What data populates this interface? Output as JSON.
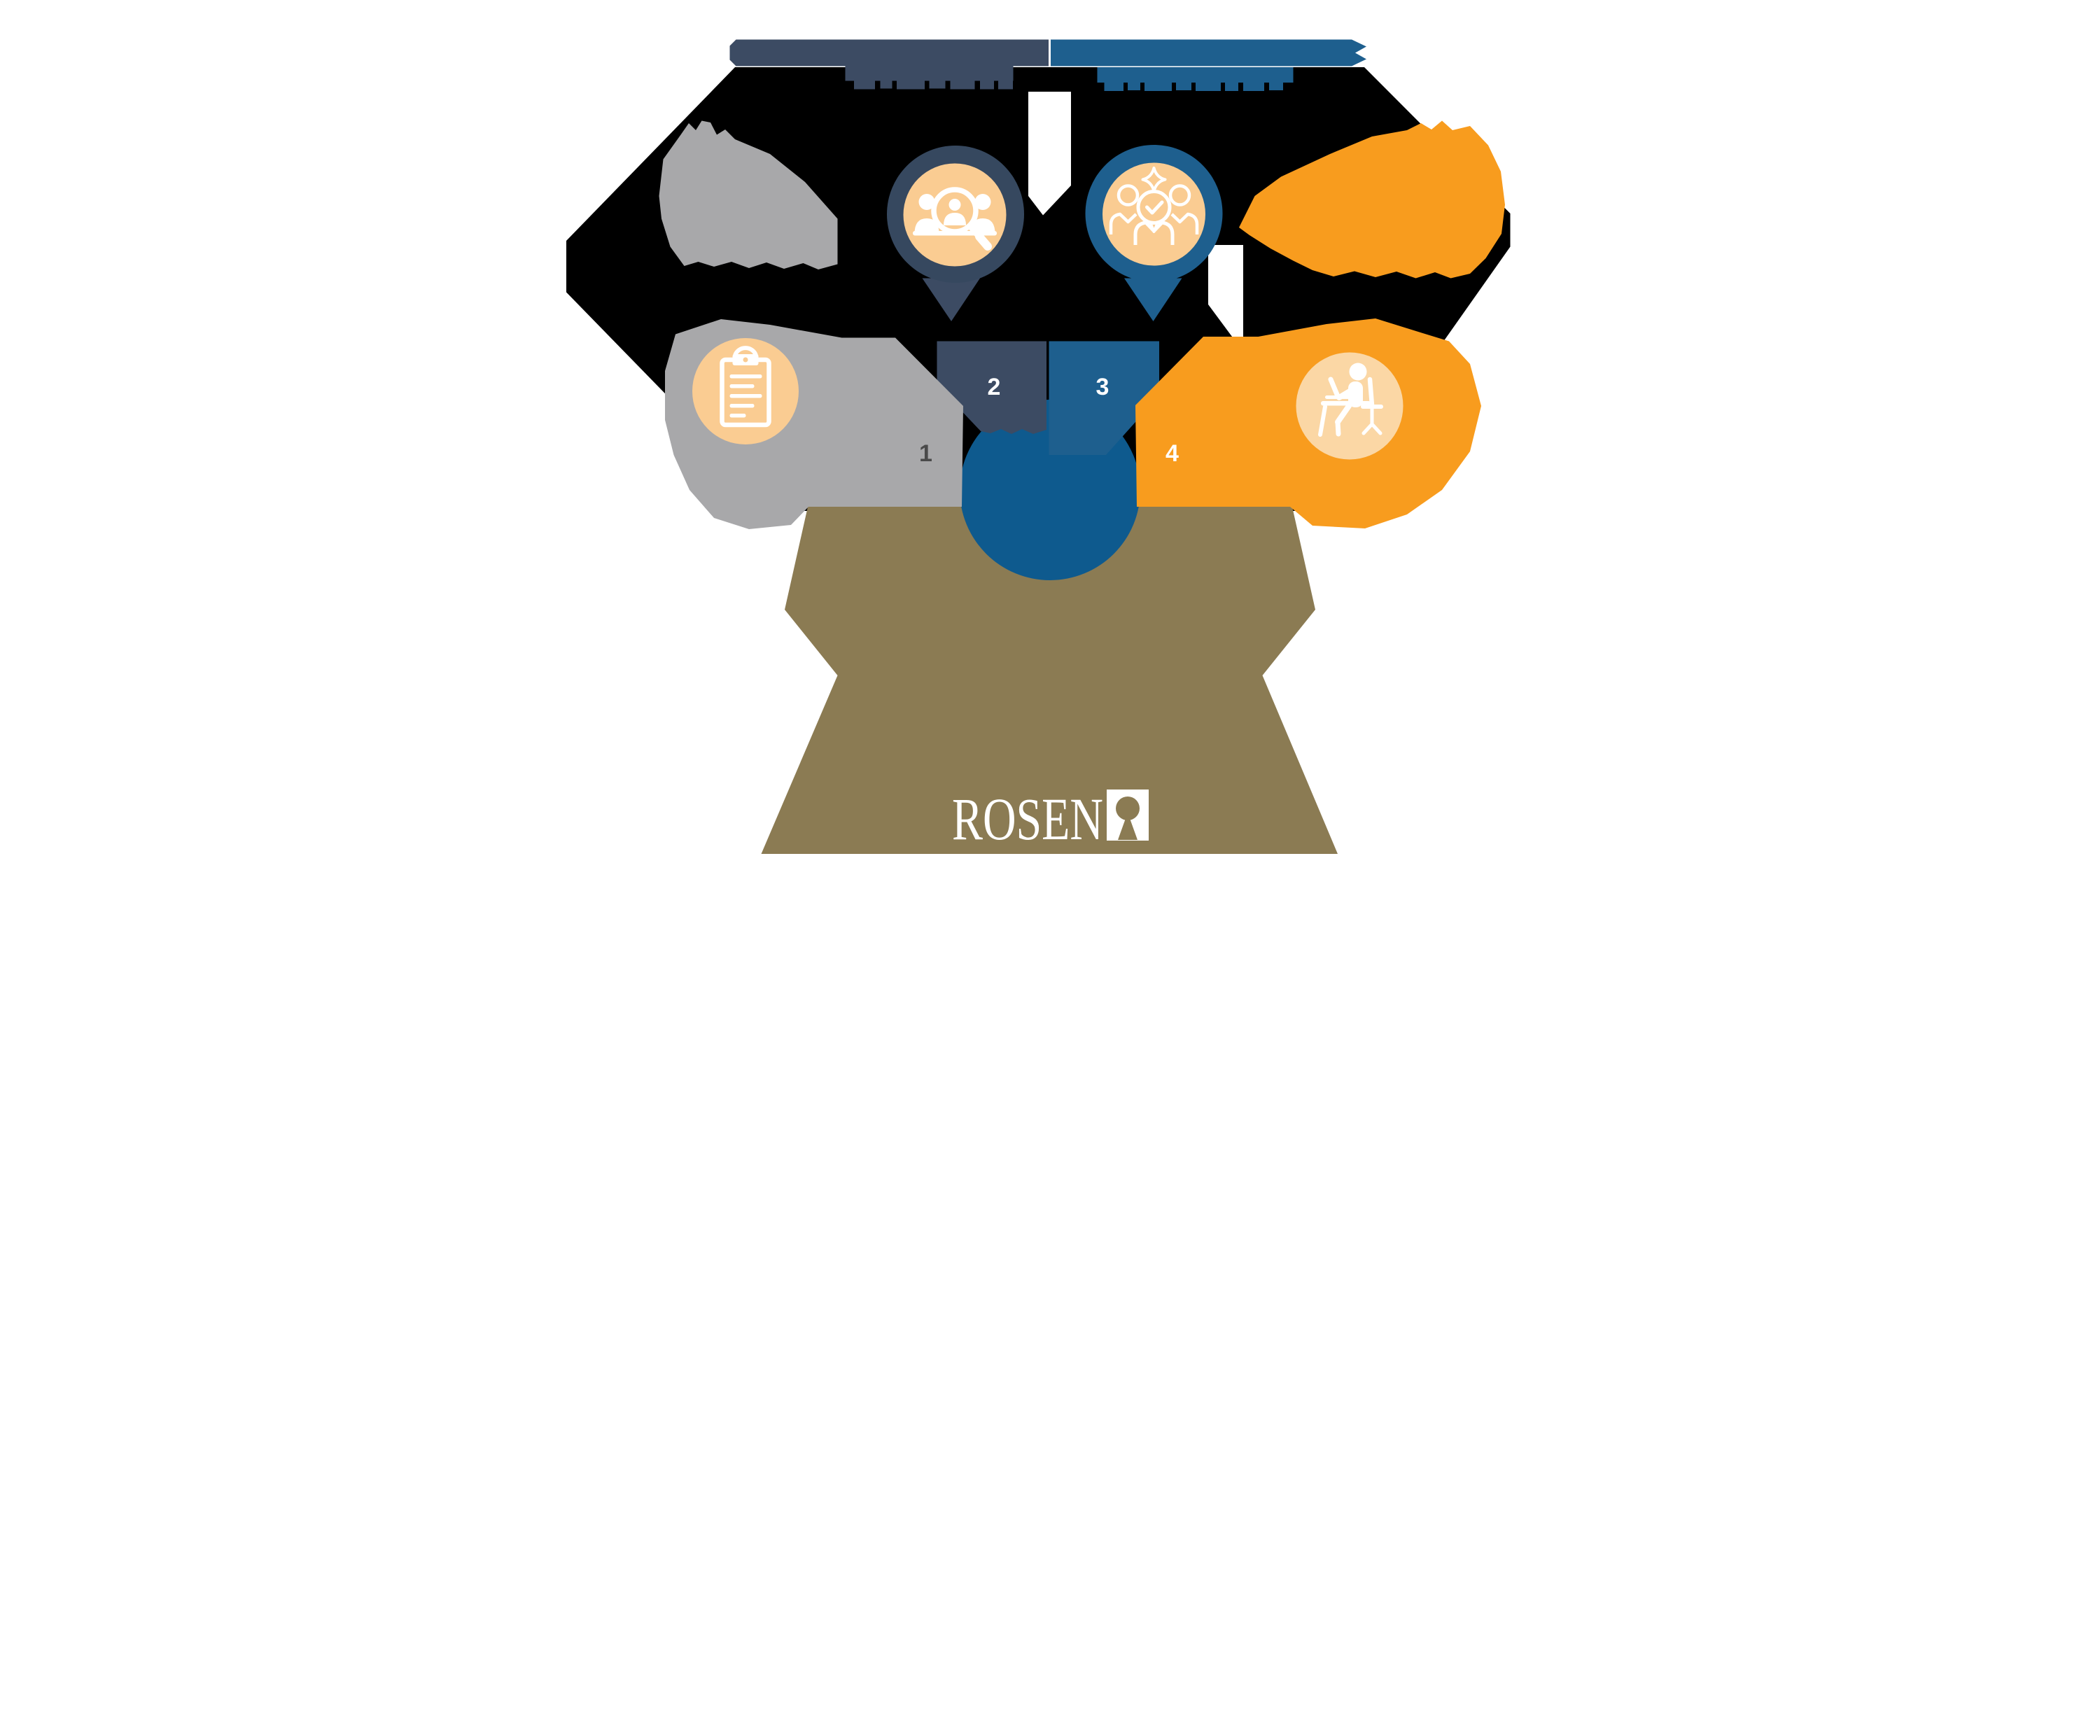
{
  "brand": {
    "name": "ROSEN",
    "logo_icon": "keyhole-person-icon",
    "pedestal_color": "#8B7B53",
    "text_color": "#FFFFFF"
  },
  "steps": [
    {
      "number": "1",
      "icon": "clipboard-icon",
      "shape_color": "#A8A8AA",
      "circle_color": "#FACC92",
      "number_color": "#4A4A4A"
    },
    {
      "number": "2",
      "icon": "people-search-icon",
      "shape_color": "#3C4B63",
      "circle_color": "#FACC92",
      "ring_color": "#36485F",
      "number_color": "#FFFFFF"
    },
    {
      "number": "3",
      "icon": "people-check-icon",
      "shape_color": "#1E5F8E",
      "circle_color": "#FACC92",
      "ring_color": "#1E5F8E",
      "number_color": "#FFFFFF"
    },
    {
      "number": "4",
      "icon": "person-at-desk-icon",
      "shape_color": "#F89C1E",
      "circle_color": "#FBD7A5",
      "number_color": "#FFFFFF"
    }
  ],
  "colors": {
    "background": "#FFFFFF",
    "long_shadow": "#000000",
    "header_left_ribbon": "#3C4B63",
    "header_right_ribbon": "#1E5F8E",
    "center_bulb": "#0E5A8E",
    "gray_blob": "#A8A8AA",
    "orange_blob": "#F89C1E",
    "icon_stroke": "#FFFFFF"
  }
}
